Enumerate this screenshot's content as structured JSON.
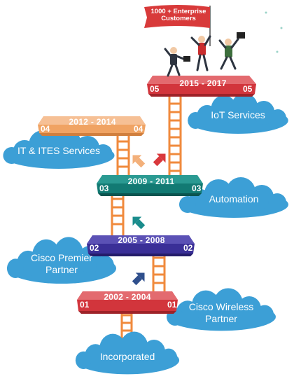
{
  "flag": {
    "line1": "1000 + Enterprise",
    "line2": "Customers",
    "color": "#d83a3a"
  },
  "stages": [
    {
      "num": "01",
      "years": "2002 - 2004",
      "color": "#d2353c",
      "label_lines": [
        "Cisco Wireless",
        "Partner"
      ]
    },
    {
      "num": "02",
      "years": "2005 - 2008",
      "color": "#3a2f97",
      "label_lines": [
        "Cisco Premier",
        "Partner"
      ]
    },
    {
      "num": "03",
      "years": "2009 - 2011",
      "color": "#127a73",
      "label_lines": [
        "Automation"
      ]
    },
    {
      "num": "04",
      "years": "2012 - 2014",
      "color": "#f0a363",
      "label_lines": [
        "IT & ITES Services"
      ]
    },
    {
      "num": "05",
      "years": "2015 - 2017",
      "color": "#d2353c",
      "label_lines": [
        "IoT Services"
      ]
    }
  ],
  "base": {
    "label": "Incorporated"
  },
  "colors": {
    "cloud": "#3c9fd6",
    "ladder": "#f08a3c",
    "arrow_navy": "#2f4f8c",
    "arrow_teal": "#1a8c8c",
    "arrow_peach": "#f3b07a",
    "arrow_red": "#d9383c"
  }
}
